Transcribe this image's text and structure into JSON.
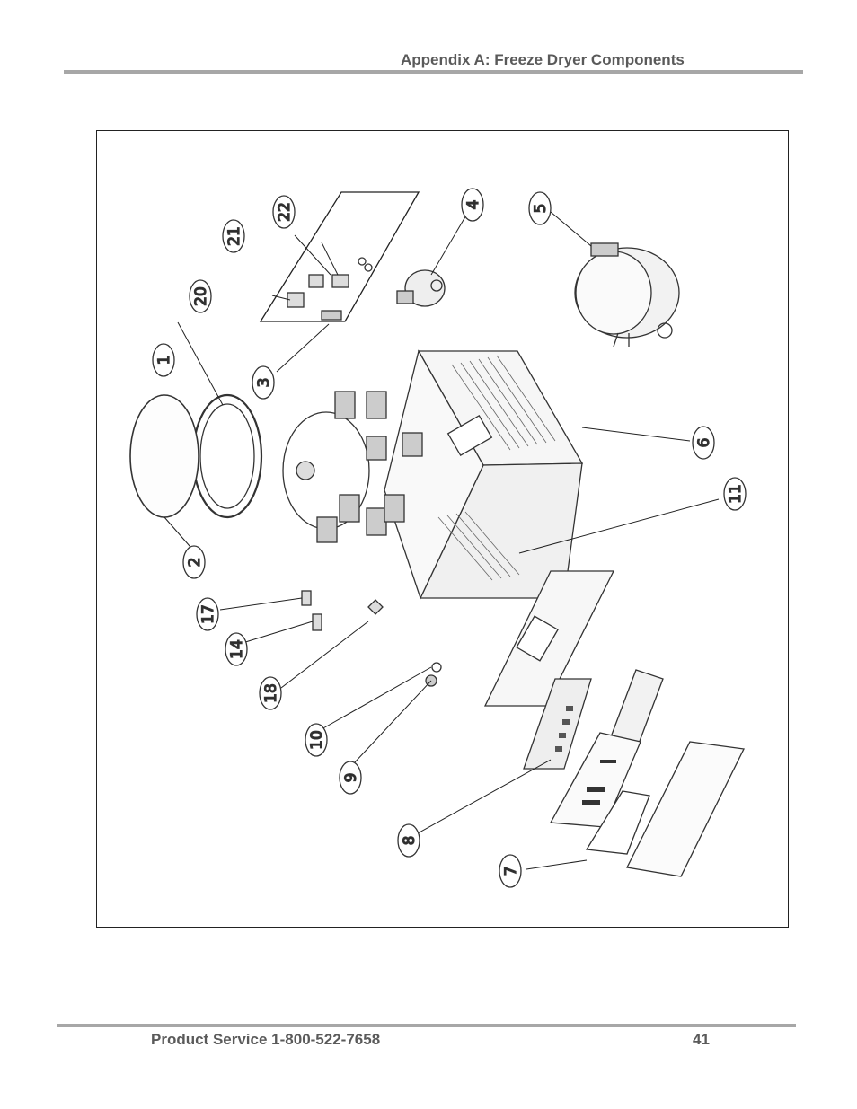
{
  "header": {
    "title": "Appendix A: Freeze Dryer Components"
  },
  "figure": {
    "callouts": [
      "1",
      "2",
      "3",
      "4",
      "5",
      "6",
      "7",
      "8",
      "9",
      "10",
      "11",
      "14",
      "17",
      "18",
      "20",
      "21",
      "22"
    ]
  },
  "footer": {
    "service": "Product Service 1-800-522-7658",
    "page_number": "41"
  }
}
